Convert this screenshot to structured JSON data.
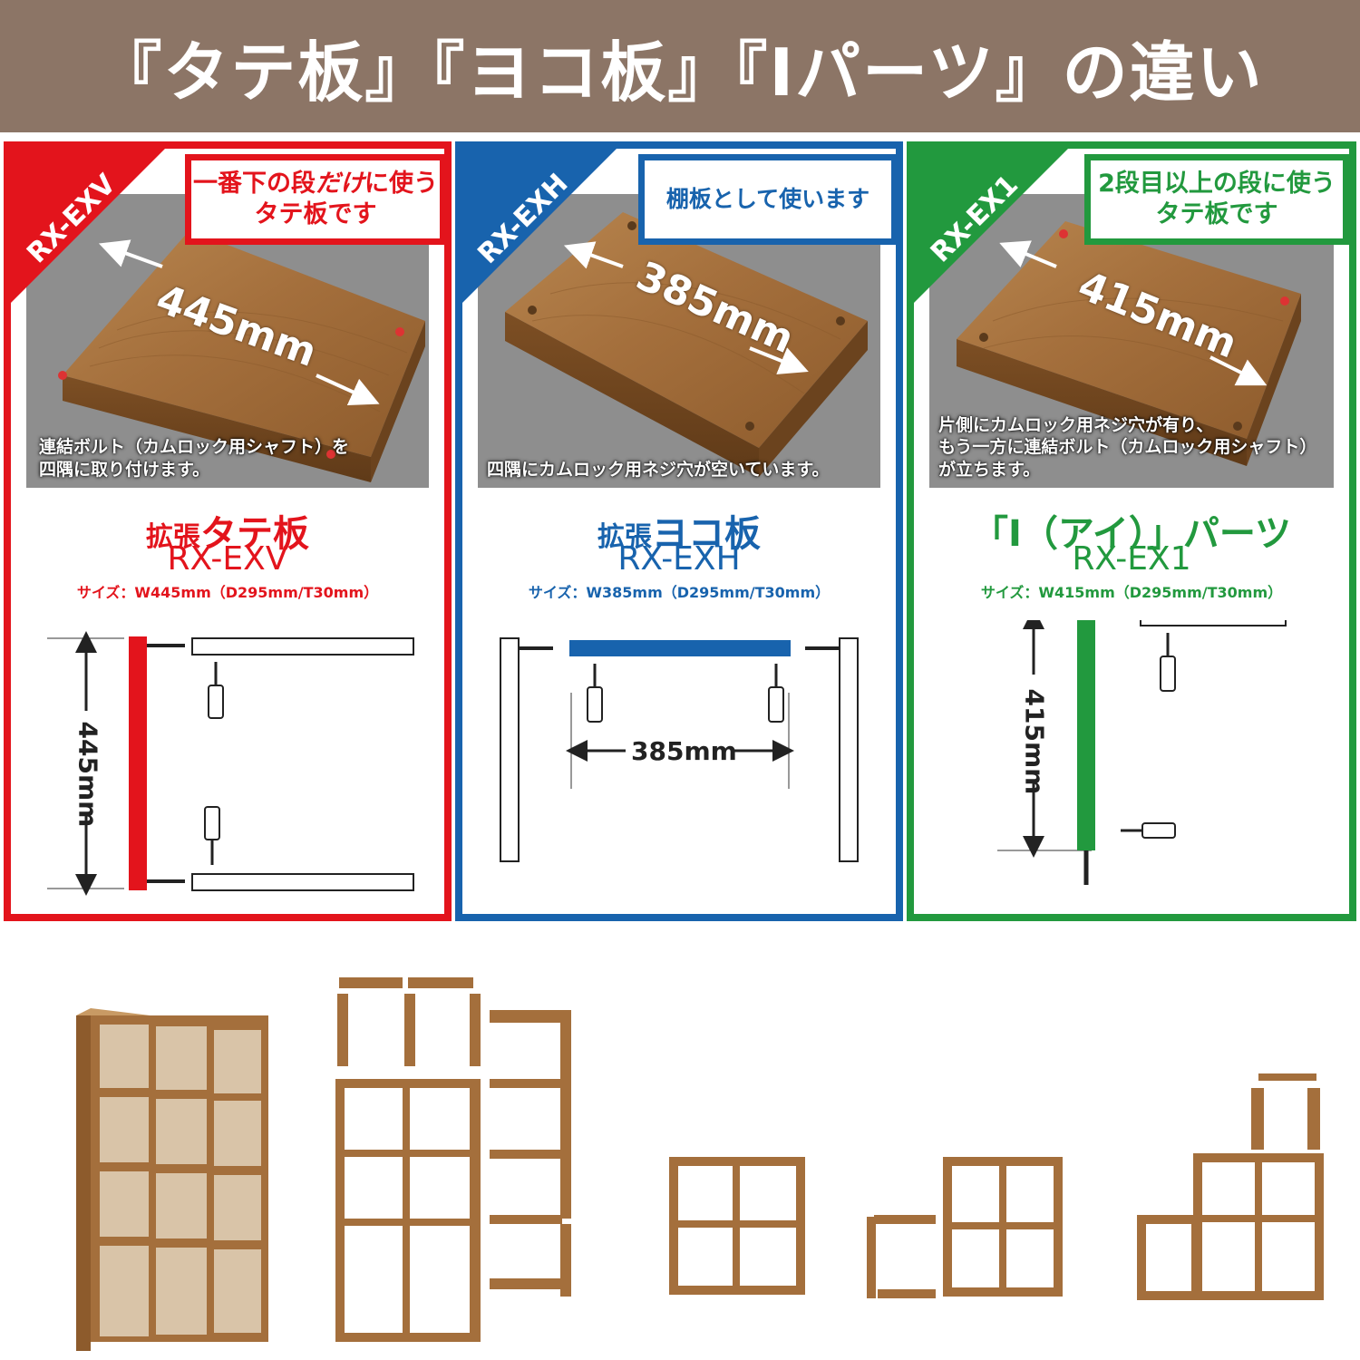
{
  "header": {
    "title": "『タテ板』『ヨコ板』『Iパーツ』の違い",
    "bg_color": "#8c7566"
  },
  "panels": [
    {
      "id": "exv",
      "accent": "#e3141c",
      "corner_label": "RX-EXV",
      "note_line1_a": "一番下の段",
      "note_line1_b": "だけ",
      "note_line1_c": "に使う",
      "note_line2_a": "タテ板",
      "note_line2_b": "です",
      "photo_dimension": "445mm",
      "caption_line1": "連結ボルト（カムロック用シャフト）を",
      "caption_line2": "四隅に取り付けます。",
      "caption_line3": "",
      "name_prefix": "拡張",
      "name_main": "タテ板",
      "model": "RX-EXV",
      "size": "サイズ：W445mm（D295mm/T30mm）",
      "diagram_dimension": "445mm"
    },
    {
      "id": "exh",
      "accent": "#1863ad",
      "corner_label": "RX-EXH",
      "note_line1_a": "棚板として使います",
      "photo_dimension": "385mm",
      "caption_line1": "四隅にカムロック用ネジ穴が空いています。",
      "name_prefix": "拡張",
      "name_main": "ヨコ板",
      "model": "RX-EXH",
      "size": "サイズ：W385mm（D295mm/T30mm）",
      "diagram_dimension": "385mm"
    },
    {
      "id": "ex1",
      "accent": "#22993e",
      "corner_label": "RX-EX1",
      "note_line1_a": "2段目以上の段に使う",
      "note_line2_a": "タテ板",
      "note_line2_b": "です",
      "photo_dimension": "415mm",
      "caption_line1": "片側にカムロック用ネジ穴が有り、",
      "caption_line2": "もう一方に連結ボルト（カムロック用シャフト）",
      "caption_line3": "が立ちます。",
      "name_main": "「I（アイ）」パーツ",
      "model": "RX-EX1",
      "size": "サイズ：W415mm（D295mm/T30mm）",
      "diagram_dimension": "415mm"
    }
  ]
}
